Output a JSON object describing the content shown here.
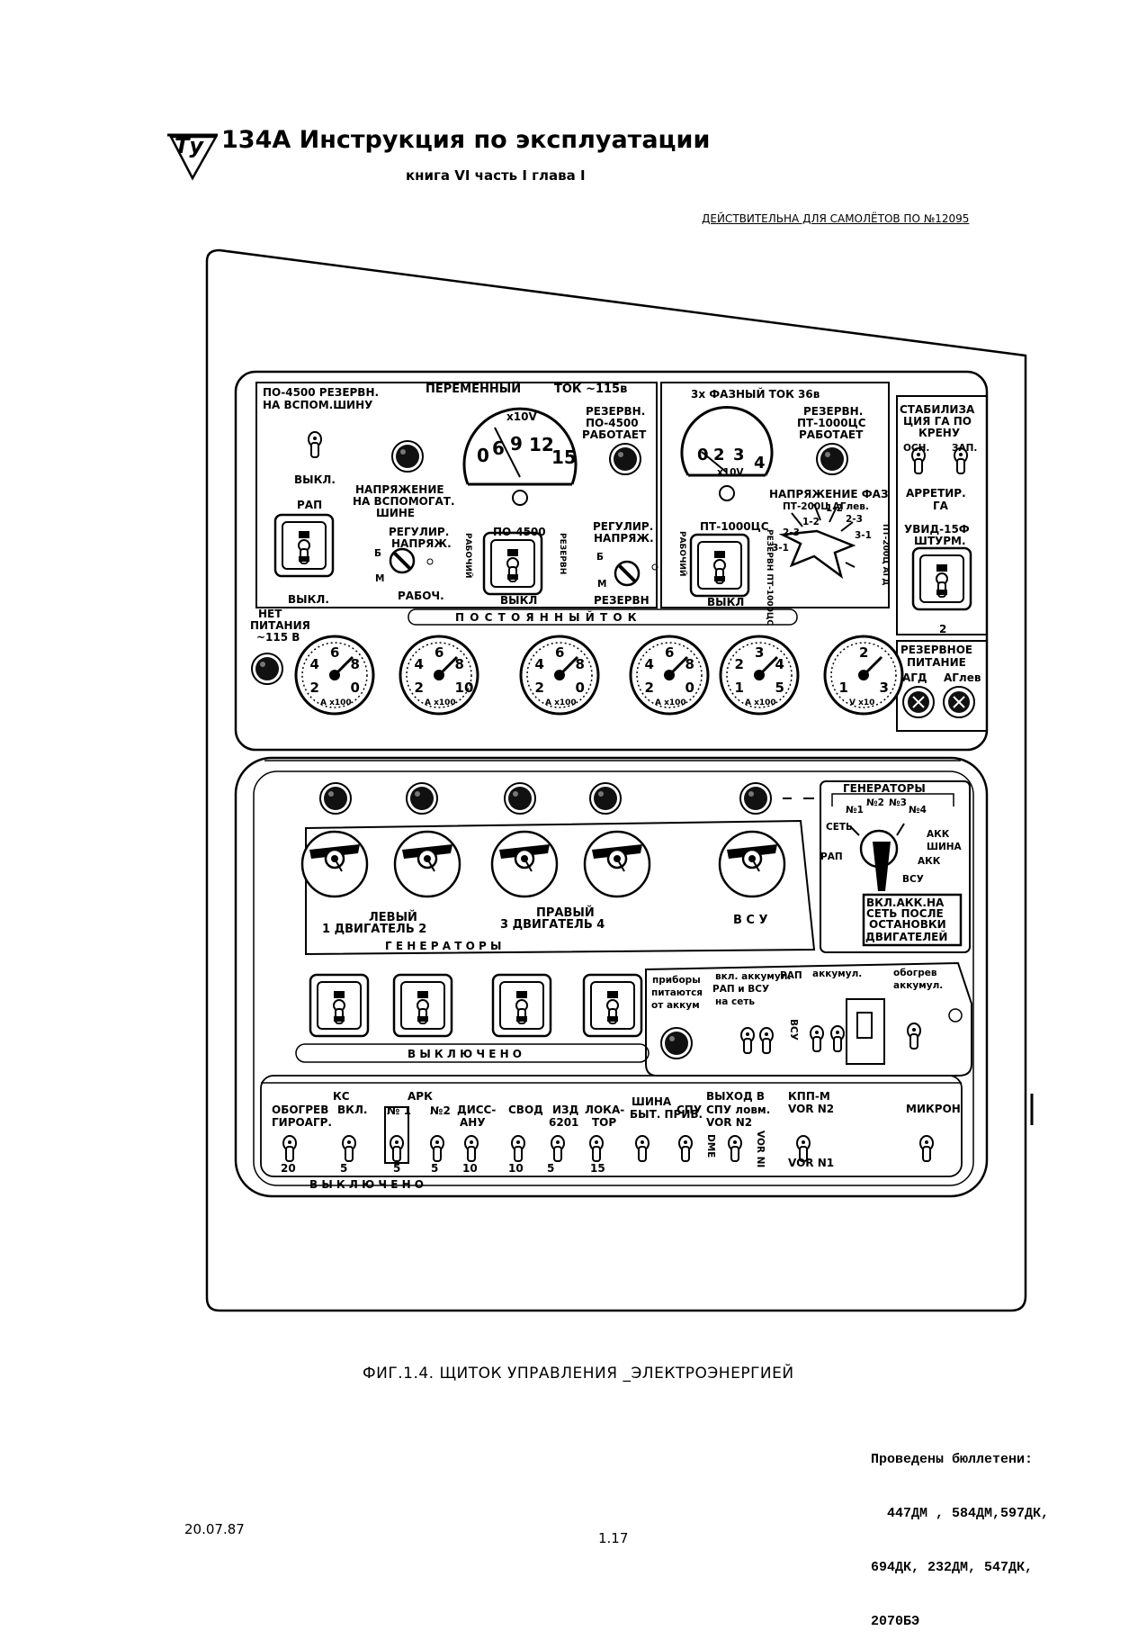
{
  "header": {
    "logo_text": "Ту",
    "title": "134А  Инструкция по эксплуатации",
    "subtitle": "книга VI  часть  I   глава  I",
    "validity": "ДЕЙСТВИТЕЛЬНА ДЛЯ САМОЛЁТОВ ПО №12095"
  },
  "upper_panel": {
    "ac_header": "ПЕРЕМЕННЫЙ",
    "ac_header2": "ТОК ~115в",
    "three_phase_header": "3х  ФАЗНЫЙ  ТОК 36в",
    "po4500_reserve_line1": "ПО-4500 РЕЗЕРВН.",
    "po4500_reserve_line2": "НА ВСПОМ.ШИНУ",
    "off_label": "ВЫКЛ.",
    "rap_label": "РАП",
    "off_label2": "ВЫКЛ.",
    "aux_voltage_l1": "НАПРЯЖЕНИЕ",
    "aux_voltage_l2": "НА ВСПОМОГАТ.",
    "aux_voltage_l3": "ШИНЕ",
    "reg_voltage_l1": "РЕГУЛИР.",
    "reg_voltage_l2": "НАПРЯЖ.",
    "reg_b": "Б",
    "reg_m": "М",
    "working": "РАБОЧ.",
    "reserve_po4500_l1": "РЕЗЕРВН.",
    "reserve_po4500_l2": "ПО-4500",
    "reserve_po4500_l3": "РАБОТАЕТ",
    "po4500": "ПО-4500",
    "rabochiy_vertical": "РАБОЧИЙ",
    "rezervn_vertical": "РЕЗЕРВН",
    "vykl": "ВЫКЛ",
    "reg2_l1": "РЕГУЛИР.",
    "reg2_l2": "НАПРЯЖ.",
    "reg2_b": "Б",
    "reg2_m": "М",
    "rezervn": "РЕЗЕРВН",
    "ac_meter_scale": "x10V",
    "ac_meter_ticks": [
      "0",
      "6",
      "9",
      "12",
      "15"
    ],
    "pt_reserve_l1": "РЕЗЕРВН.",
    "pt_reserve_l2": "ПТ-1000ЦС",
    "pt_reserve_l3": "РАБОТАЕТ",
    "three_meter_scale": "x10V",
    "three_meter_ticks": [
      "0",
      "2",
      "3",
      "4"
    ],
    "phase_voltage": "НАПРЯЖЕНИЕ ФАЗ",
    "phase_voltage2": "ПТ-200Ц  АГлев.",
    "pt1000": "ПТ-1000ЦС",
    "rabochiy2_vertical": "РАБОЧИЙ",
    "pt1000_rez_vertical": "РЕЗЕРВН ПТ-1000ЦС",
    "pt200_agd_vertical": "ПТ-200Ц АГД",
    "vykl2": "ВЫКЛ",
    "stab_l1": "СТАБИЛИЗА",
    "stab_l2": "ЦИЯ ГА ПО",
    "stab_l3": "КРЕНУ",
    "osn": "ОСН.",
    "zap": "ЗАП.",
    "arretir_l1": "АРРЕТИР.",
    "arretir_l2": "ГА",
    "uvid_l1": "УВИД-15Ф",
    "uvid_l2": "ШТУРМ.",
    "uvid_num": "2",
    "dc_label": "П О С Т О Я Н Н Ы Й                    Т О К",
    "no_power_l1": "НЕТ",
    "no_power_l2": "ПИТАНИЯ",
    "no_power_l3": "~115 В",
    "reserve_power_l1": "РЕЗЕРВНОЕ",
    "reserve_power_l2": "ПИТАНИЕ",
    "agd": "АГД",
    "aglev": "АГлев"
  },
  "dc_meters": [
    {
      "ticks": [
        "2",
        "4",
        "6",
        "8",
        "0"
      ],
      "unit": "A x100"
    },
    {
      "ticks": [
        "2",
        "4",
        "6",
        "8",
        "10"
      ],
      "unit": "A x100"
    },
    {
      "ticks": [
        "2",
        "4",
        "6",
        "8",
        "0"
      ],
      "unit": "A x100"
    },
    {
      "ticks": [
        "2",
        "4",
        "6",
        "8",
        "0"
      ],
      "unit": "A x100"
    },
    {
      "ticks": [
        "1",
        "2",
        "3",
        "4",
        "5"
      ],
      "unit": "A x100"
    },
    {
      "ticks": [
        "1",
        "2",
        "3"
      ],
      "unit": "V x10"
    }
  ],
  "lower_panel": {
    "generators_group_title": "ГЕНЕРАТОРЫ",
    "sel_n1": "№1",
    "sel_n2": "№2",
    "sel_n3": "№3",
    "sel_n4": "№4",
    "sel_set": "СЕТЬ",
    "sel_rap": "РАП",
    "sel_akk": "АКК",
    "sel_shina": "ШИНА",
    "sel_akk2": "АКК",
    "sel_vsu": "ВСУ",
    "left_engine_l1": "ЛЕВЫЙ",
    "left_engine_l2": "1  ДВИГАТЕЛЬ  2",
    "right_engine_l1": "ПРАВЫЙ",
    "right_engine_l2": "3  ДВИГАТЕЛЬ  4",
    "vsu": "В С У",
    "generators": "Г     Е     Н     Е     Р     А     Т     О     Р     Ы",
    "vkl_akk_l1": "ВКЛ.АКК.НА",
    "vkl_akk_l2": "СЕТЬ ПОСЛЕ",
    "vkl_akk_l3": "ОСТАНОВКИ",
    "vkl_akk_l4": "ДВИГАТЕЛЕЙ",
    "instr_l1": "приборы",
    "instr_l2": "питаются",
    "instr_l3": "от аккум",
    "vkl_akkum_l1": "вкл. аккумул.",
    "vkl_akkum_l2": "РАП и ВСУ",
    "vkl_akkum_l3": "на сеть",
    "rap2": "РАП",
    "akkumul": "аккумул.",
    "obogrev_l1": "обогрев",
    "obogrev_l2": "аккумул.",
    "vsu_vertical": "ВСУ",
    "vyklyucheno": "В  Ы  К  Л  Ю  Ч  Е  Н  О"
  },
  "breakers": {
    "labels": [
      {
        "l1": "ОБОГРЕВ",
        "l2": "ГИРОАГР."
      },
      {
        "l1": "КС",
        "l2": "ВКЛ."
      },
      {
        "l1": "АРК",
        "l2": "№ 1"
      },
      {
        "l1": "",
        "l2": "№2"
      },
      {
        "l1": "ДИСС-",
        "l2": "АНУ"
      },
      {
        "l1": "",
        "l2": "СВОД"
      },
      {
        "l1": "ИЗД",
        "l2": "6201"
      },
      {
        "l1": "ЛОКА-",
        "l2": "ТОР"
      },
      {
        "l1": "ШИНА",
        "l2": "БЫТ. ПРИБ."
      },
      {
        "l1": "",
        "l2": "СПУ"
      },
      {
        "l1": "ВЫХОД В",
        "l2": "СПУ  ловм."
      },
      {
        "l1": "КПП-М",
        "l2": "VOR N2"
      },
      {
        "l1": "",
        "l2": "МИКРОН"
      }
    ],
    "vor_n2": "VOR N2",
    "dme": "DME",
    "vor_n1_vertical": "VOR NI",
    "vor_n1": "VOR N1",
    "ratings": [
      "20",
      "5",
      "5",
      "5",
      "10",
      "10",
      "5",
      "15"
    ],
    "vyklyucheno": "В          Ы          К          Л          Ю          Ч          Е          Н          О"
  },
  "caption": "ФИГ.1.4.   ЩИТОК   УПРАВЛЕНИЯ  _ЭЛЕКТРОЭНЕРГИЕЙ",
  "bulletins": {
    "l1": "Проведены бюллетени:",
    "l2": "  447ДМ , 584ДМ,597ДК,",
    "l3": "694ДК, 232ДМ, 547ДК,",
    "l4": "2070БЭ"
  },
  "footer": {
    "date": "20.07.87",
    "page": "1.17"
  }
}
